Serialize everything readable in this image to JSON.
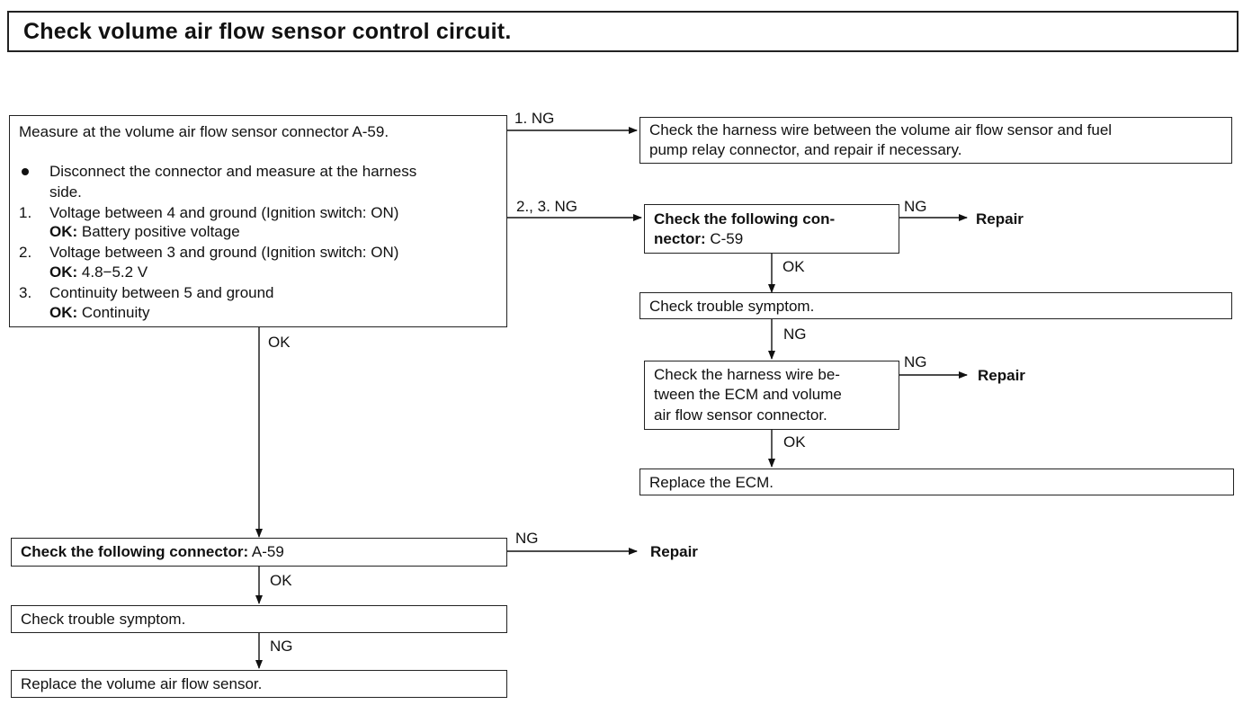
{
  "title": "Check volume air flow sensor control circuit.",
  "measure_box": {
    "heading": "Measure at the volume air flow sensor connector A-59.",
    "bullet": "Disconnect the connector and measure at the harness",
    "bullet_cont": "side.",
    "items": [
      {
        "num": "1.",
        "text": "Voltage between 4 and ground (Ignition switch: ON)",
        "ok_label": "OK:",
        "ok_value": "Battery positive voltage"
      },
      {
        "num": "2.",
        "text": "Voltage between 3 and ground (Ignition switch: ON)",
        "ok_label": "OK:",
        "ok_value": "4.8−5.2 V"
      },
      {
        "num": "3.",
        "text": "Continuity between 5 and ground",
        "ok_label": "OK:",
        "ok_value": "Continuity"
      }
    ]
  },
  "labels": {
    "ng1": "1. NG",
    "ng23": "2., 3. NG",
    "ok_main": "OK",
    "ng_c59": "NG",
    "ok_c59": "OK",
    "ng_trouble": "NG",
    "ng_harness": "NG",
    "ok_harness": "OK",
    "ng_a59": "NG",
    "ok_a59": "OK",
    "ng_trouble2": "NG"
  },
  "harness_fuel_box": {
    "line1": "Check the harness wire between the volume air flow sensor and fuel",
    "line2": "pump relay connector, and repair if necessary."
  },
  "c59_box": {
    "line1": "Check the following con-",
    "line2_bold": "nector:",
    "line2_rest": "C-59"
  },
  "repair1": "Repair",
  "trouble_box1": "Check trouble symptom.",
  "harness_ecm_box": {
    "line1": "Check the harness wire be-",
    "line2": "tween the ECM and volume",
    "line3": "air flow sensor connector."
  },
  "repair2": "Repair",
  "replace_ecm": "Replace the ECM.",
  "a59_box": {
    "bold": "Check the following connector:",
    "rest": "A-59"
  },
  "repair3": "Repair",
  "trouble_box2": "Check trouble symptom.",
  "replace_sensor": "Replace the volume air flow sensor."
}
